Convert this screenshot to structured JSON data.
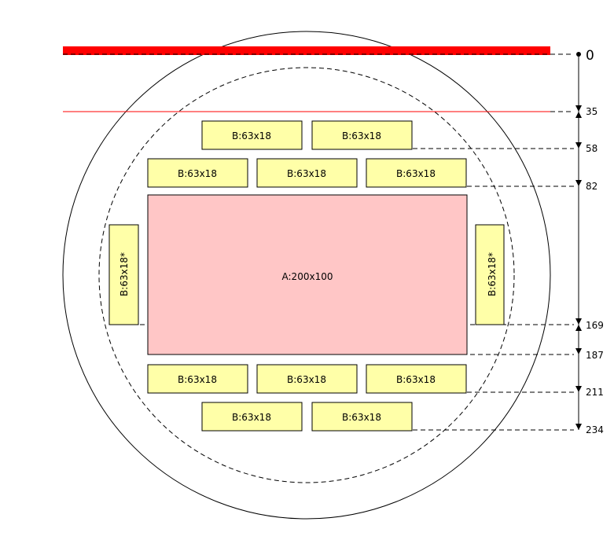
{
  "colors": {
    "die_fill": "#ffc6c6",
    "block_fill": "#ffffa8",
    "block_stroke": "#000000",
    "edge_line": "#ff0000",
    "dim_line": "#000000"
  },
  "die": {
    "label": "A:200x100"
  },
  "blocks": {
    "row1": [
      "B:63x18",
      "B:63x18"
    ],
    "row2": [
      "B:63x18",
      "B:63x18",
      "B:63x18"
    ],
    "row3": [
      "B:63x18",
      "B:63x18",
      "B:63x18"
    ],
    "row4": [
      "B:63x18",
      "B:63x18"
    ],
    "side_left": "B:63x18*",
    "side_right": "B:63x18*"
  },
  "dimension_marks": [
    "0",
    "35",
    "58",
    "82",
    "169",
    "187",
    "211",
    "234"
  ]
}
